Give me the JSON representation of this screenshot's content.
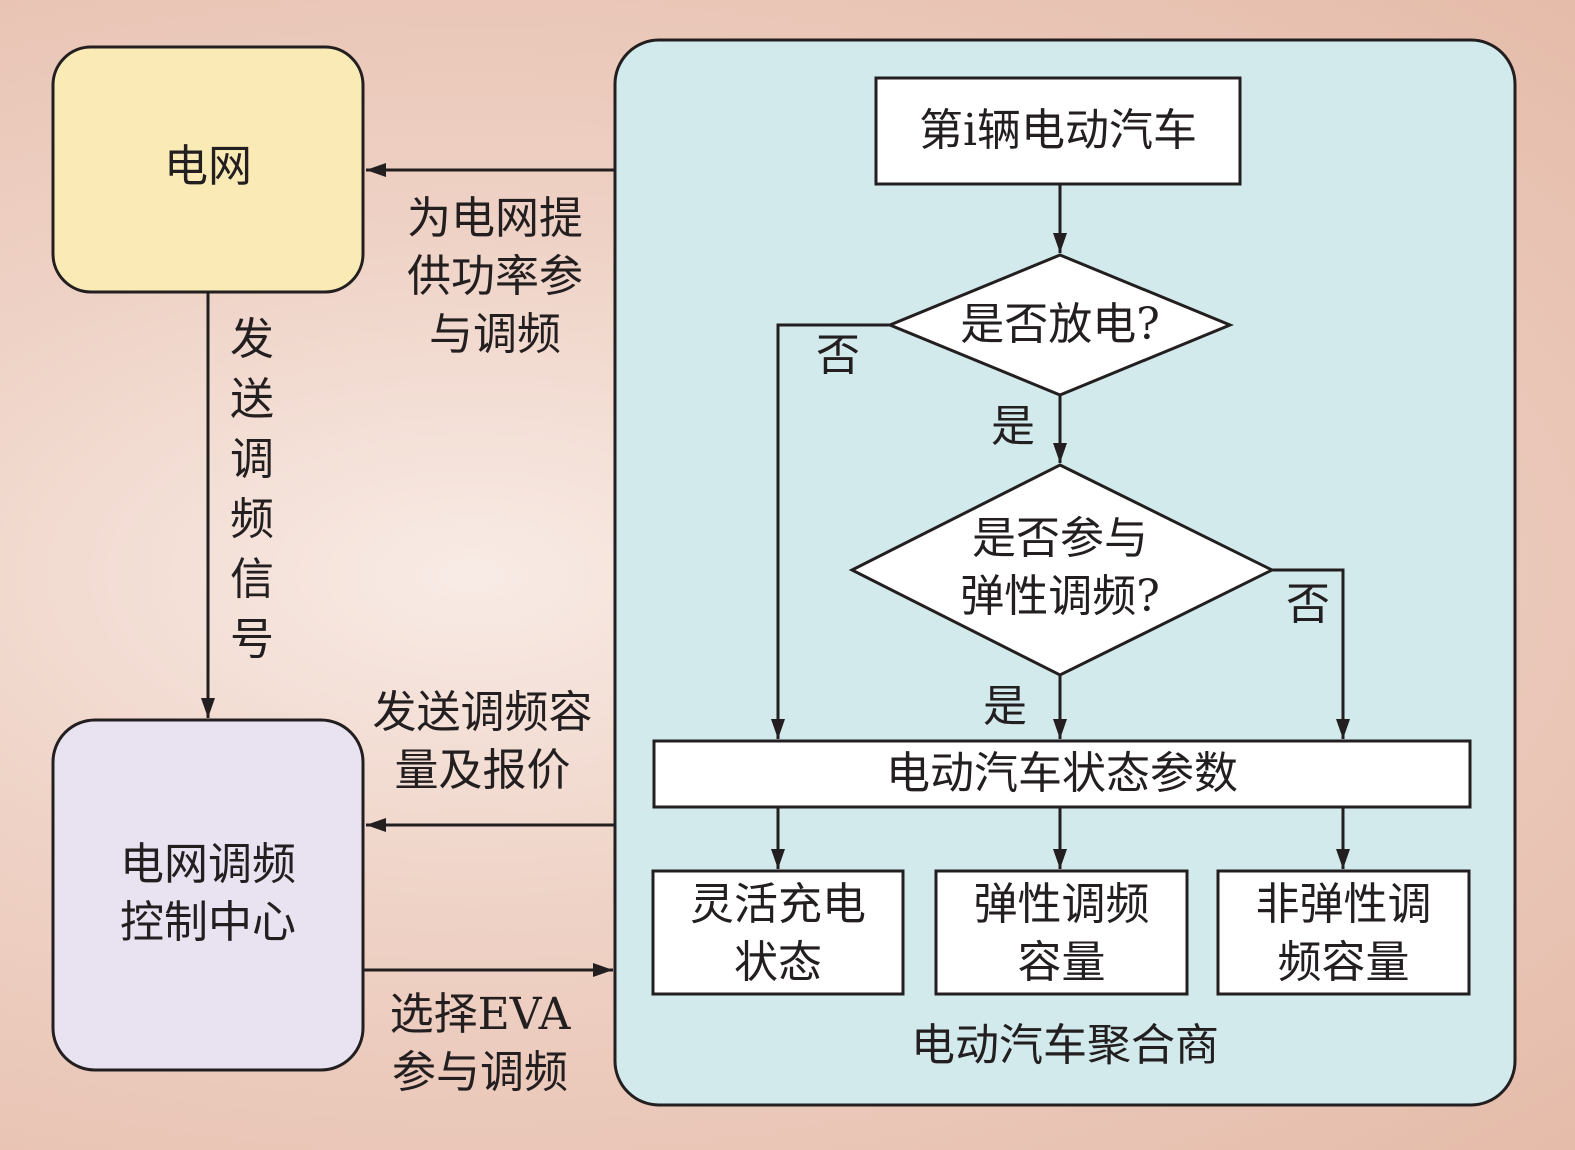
{
  "nodes": {
    "grid": "电网",
    "control_center": "电网调频\n控制中心",
    "aggregator": "电动汽车聚合商",
    "vehicle": "第i辆电动汽车",
    "discharge_q": "是否放电?",
    "elastic_q": "是否参与\n弹性调频?",
    "state_params": "电动汽车状态参数",
    "flexible_charging": "灵活充电\n状态",
    "elastic_capacity": "弹性调频\n容量",
    "inelastic_capacity": "非弹性调\n频容量"
  },
  "edges": {
    "to_grid": "为电网提\n供功率参\n与调频",
    "send_signal": "发\n送\n调\n频\n信\n号",
    "send_capacity": "发送调频容\n量及报价",
    "select_eva": "选择EVA\n参与调频",
    "no_1": "否",
    "yes_1": "是",
    "no_2": "否",
    "yes_2": "是"
  },
  "colors": {
    "grid_fill": "#faebb6",
    "control_fill": "#e9e2f0",
    "aggregator_fill": "#d2eaeb",
    "line": "#231f20"
  }
}
